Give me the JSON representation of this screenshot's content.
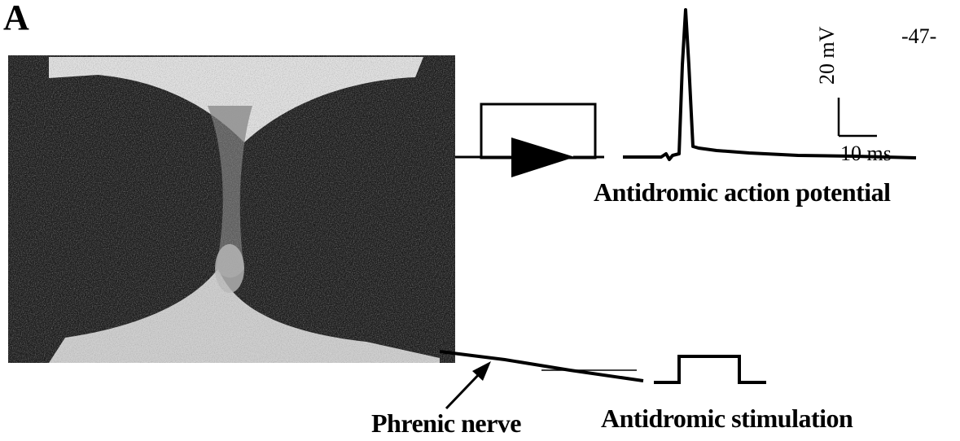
{
  "panel_label": "A",
  "page_number": "-47-",
  "labels": {
    "action_potential": "Antidromic action potential",
    "stimulation": "Antidromic stimulation",
    "nerve": "Phrenic nerve"
  },
  "scale_bar": {
    "voltage": "20 mV",
    "time": "10 ms"
  },
  "colors": {
    "ink": "#000000",
    "tissue_dark": "#1a1a1a",
    "tissue_light": "#d8d8d8",
    "background": "#ffffff"
  }
}
